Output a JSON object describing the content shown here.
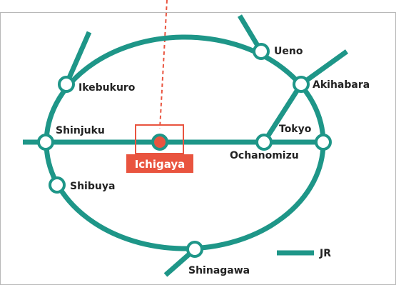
{
  "colors": {
    "line": "#1e9688",
    "highlight": "#e9543f",
    "frame": "#b8b8b8",
    "station_fill": "#ffffff"
  },
  "highlight_station": "Ichigaya",
  "stations": {
    "ueno": "Ueno",
    "ikebukuro": "Ikebukuro",
    "akihabara": "Akihabara",
    "shinjuku": "Shinjuku",
    "tokyo": "Tokyo",
    "ochanomizu": "Ochanomizu",
    "shibuya": "Shibuya",
    "shinagawa": "Shinagawa"
  },
  "legend": {
    "label": "JR",
    "icon": "line-sample"
  }
}
